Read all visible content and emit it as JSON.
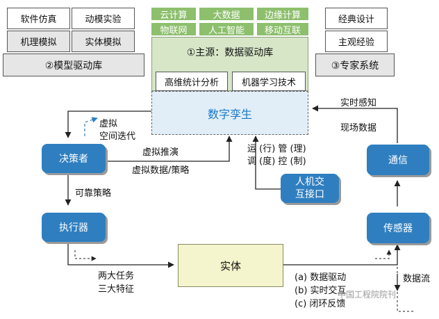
{
  "model_lib": {
    "cells": [
      "软件仿真",
      "动模实验",
      "机理模拟",
      "实体模拟"
    ],
    "label": "②模型驱动库"
  },
  "tech_tags": [
    "云计算",
    "大数据",
    "边缘计算",
    "物联网",
    "人工智能",
    "移动互联"
  ],
  "data_lib": {
    "label": "①主源：数据驱动库",
    "sub": [
      "高维统计分析",
      "机器学习技术"
    ]
  },
  "expert_lib": {
    "cells": [
      "经典设计",
      "主观经验"
    ],
    "label": "③专家系统"
  },
  "twin": {
    "label": "数字孪生"
  },
  "nodes": {
    "decision": "决策者",
    "actuator": "执行器",
    "communication": "通信",
    "sensor": "传感器",
    "entity": "实体",
    "hmi_line1": "人机交",
    "hmi_line2": "互接口"
  },
  "labels": {
    "virtual_iter_1": "虚拟",
    "virtual_iter_2": "空间迭代",
    "virtual_deduction": "虚拟推演",
    "virtual_data_strategy": "虚拟数据/策略",
    "reliable_strategy": "可靠策略",
    "ops_1": "运 (行) 管 (理)",
    "ops_2": "调 (度) 控 (制)",
    "realtime_sensing": "实时感知",
    "field_data": "现场数据",
    "two_tasks": "两大任务",
    "three_features": "三大特征",
    "feature_a": "(a)  数据驱动",
    "feature_b": "(b)  实时交互",
    "feature_c": "(c)  闭环反馈",
    "data_flow": "数据流",
    "watermark": "中国工程院院刊"
  },
  "colors": {
    "tech_green": "#8dbf6d",
    "node_blue": "#2f7fc0",
    "twin_text": "#1878c8",
    "twin_fill": "#e2eef7",
    "entity_fill": "#f4f4cd",
    "data_lib_fill": "#d6e6c7"
  }
}
